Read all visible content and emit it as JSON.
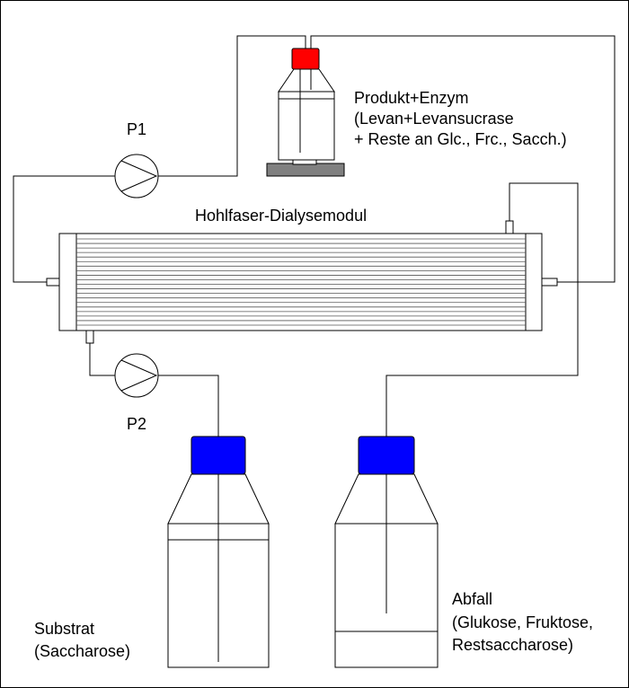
{
  "labels": {
    "pump1": "P1",
    "pump2": "P2",
    "module": "Hohlfaser-Dialysemodul",
    "product": {
      "line1": "Produkt+Enzym",
      "line2": "(Levan+Levansucrase",
      "line3": "+ Reste an Glc., Frc., Sacch.)"
    },
    "substrate": {
      "line1": "Substrat",
      "line2": "(Saccharose)"
    },
    "waste": {
      "line1": "Abfall",
      "line2": "(Glukose, Fruktose,",
      "line3": "Restsaccharose)"
    }
  },
  "colors": {
    "product_cap": "#ff0000",
    "bottle_cap": "#0000ff",
    "stand": "#808080",
    "line": "#000000"
  },
  "module_fiber_count": 20
}
